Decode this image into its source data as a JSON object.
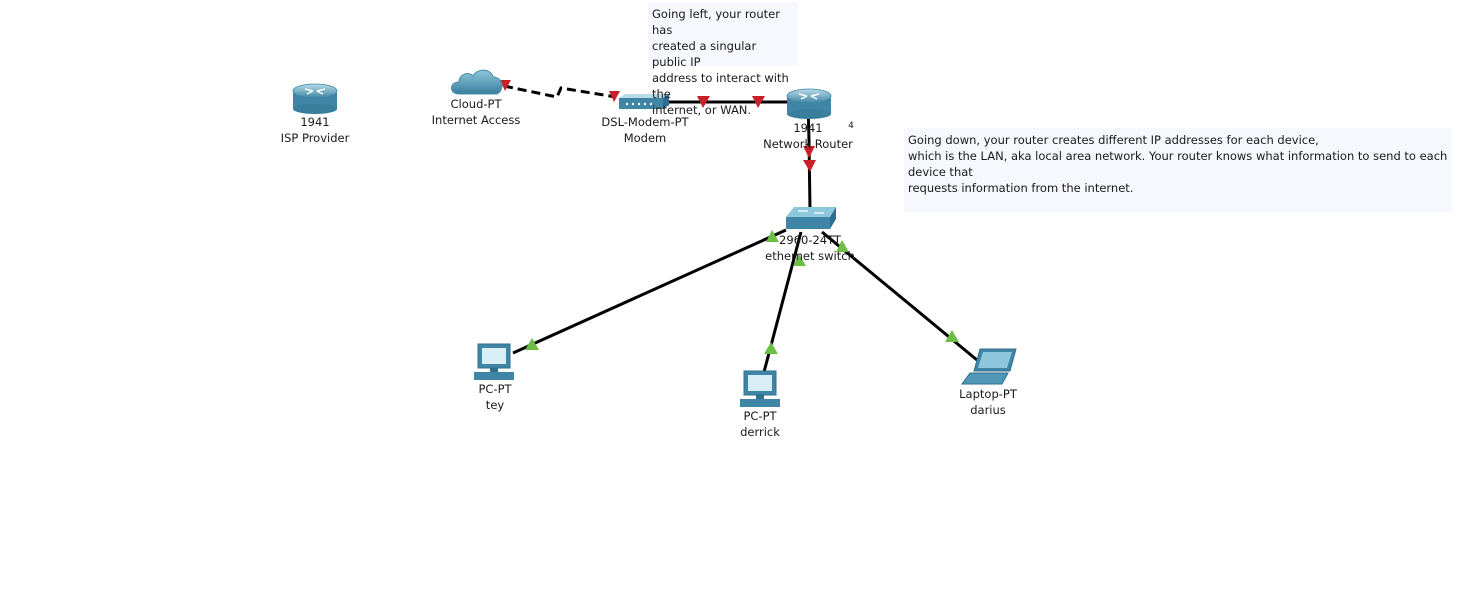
{
  "devices": {
    "isp": {
      "model": "1941",
      "name": "ISP Provider"
    },
    "cloud": {
      "model": "Cloud-PT",
      "name": "Internet Access"
    },
    "modem": {
      "model": "DSL-Modem-PT",
      "name": "Modem"
    },
    "router": {
      "model": "1941",
      "name": "Network Router"
    },
    "switch": {
      "model": "2960-24TT",
      "name": "ethernet switch"
    },
    "pc_tey": {
      "model": "PC-PT",
      "name": "tey"
    },
    "pc_derrick": {
      "model": "PC-PT",
      "name": "derrick"
    },
    "laptop_darius": {
      "model": "Laptop-PT",
      "name": "darius"
    }
  },
  "notes": {
    "left": "Going left, your router has\ncreated a singular public IP\naddress to interact with the\ninternet, or WAN.",
    "down": "Going down, your router creates different IP addresses for each device,\nwhich is the LAN, aka local area network. Your router knows what information to send to each device that\nrequests information from the internet."
  },
  "stray_mark": "4",
  "colors": {
    "link_down": "#c8202a",
    "link_up": "#6cbe45",
    "cable": "#000000",
    "device": "#4f97b6",
    "note_bg": "#f6f8fd"
  },
  "icons": {
    "isp": "router-icon",
    "cloud": "cloud-icon",
    "modem": "dsl-modem-icon",
    "router": "router-icon",
    "switch": "switch-icon",
    "pc": "desktop-pc-icon",
    "laptop": "laptop-icon"
  }
}
